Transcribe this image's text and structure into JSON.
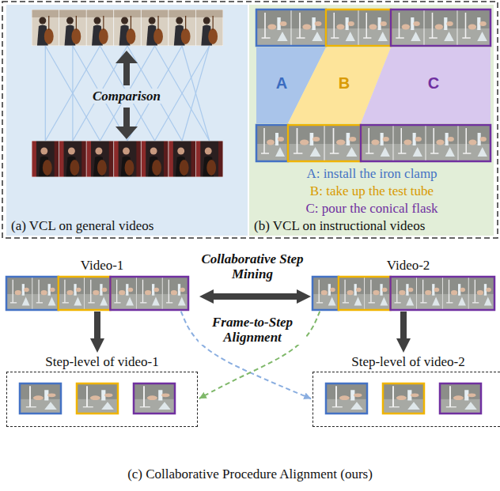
{
  "diagram": {
    "caption": "(c) Collaborative Procedure Alignment (ours)",
    "nodes": [
      {
        "text": [
          "(a) VCL on general videos"
        ]
      },
      {
        "text": [
          "(b) VCL on instructional videos"
        ]
      },
      {
        "text": [
          "A"
        ],
        "in": 1
      },
      {
        "text": [
          "B"
        ],
        "in": 1
      },
      {
        "text": [
          "C"
        ],
        "in": 1
      },
      {
        "text": [
          "Video-1"
        ]
      },
      {
        "text": [
          "Video-2"
        ]
      },
      {
        "text": [
          "Step-level of video-1"
        ]
      },
      {
        "text": [
          "Step-level of video-2"
        ]
      }
    ],
    "edges": [
      {
        "from": 5,
        "to": 6,
        "arrow": "both",
        "label": "Collaborative Step Mining"
      },
      {
        "from": 5,
        "to": 7,
        "arrow": "to"
      },
      {
        "from": 6,
        "to": 8,
        "arrow": "to"
      },
      {
        "from": 5,
        "to": 8,
        "arrow": "to",
        "label": "Frame-to-Step Alignment"
      },
      {
        "from": 6,
        "to": 7,
        "arrow": "to"
      }
    ],
    "labels": [
      "Comparison",
      "A: install the iron clamp",
      "B: take up the test tube",
      "C: pour the conical flask"
    ]
  }
}
